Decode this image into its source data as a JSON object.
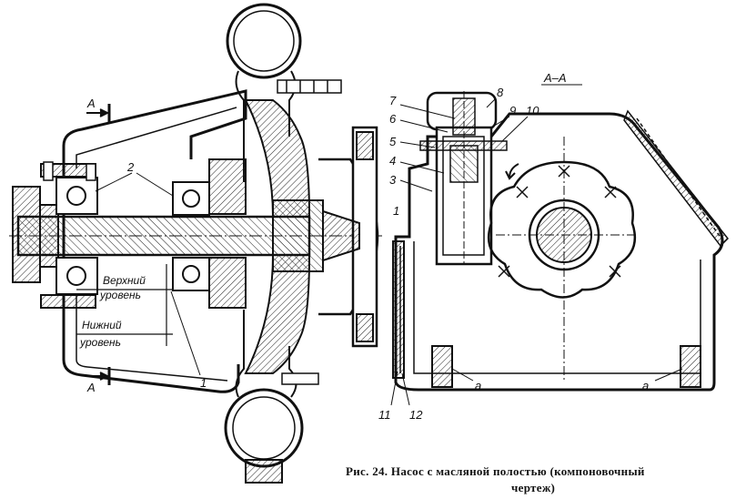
{
  "figure": {
    "caption_line1": "Рис.  24.  Насос  с  масляной  полостью  (компоновочный",
    "caption_line2": "чертеж)"
  },
  "section_labels": {
    "arrow_top": "A",
    "arrow_bottom": "A",
    "section_title": "A–A"
  },
  "level_labels": {
    "upper_1": "Верхний",
    "upper_2": "уровень",
    "lower_1": "Нижний",
    "lower_2": "уровень"
  },
  "callouts": {
    "left_2": "2",
    "left_1": "1",
    "r_7": "7",
    "r_6": "6",
    "r_5": "5",
    "r_4": "4",
    "r_3": "3",
    "r_1": "1",
    "r_8": "8",
    "r_9": "9",
    "r_10": "10",
    "r_11": "11",
    "r_12": "12",
    "r_a1": "a",
    "r_a2": "a"
  }
}
